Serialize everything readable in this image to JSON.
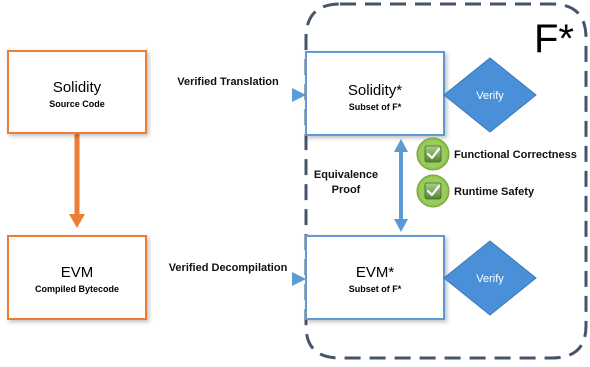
{
  "container": {
    "title": "F*"
  },
  "nodes": {
    "solidity": {
      "title": "Solidity",
      "subtitle": "Source Code"
    },
    "evm": {
      "title": "EVM",
      "subtitle": "Compiled Bytecode"
    },
    "solidity_star": {
      "title": "Solidity*",
      "subtitle": "Subset of F*"
    },
    "evm_star": {
      "title": "EVM*",
      "subtitle": "Subset of F*"
    }
  },
  "diamonds": {
    "verify_top": {
      "label": "Verify"
    },
    "verify_bottom": {
      "label": "Verify"
    }
  },
  "edges": {
    "translation": {
      "label": "Verified Translation"
    },
    "decompilation": {
      "label": "Verified Decompilation"
    },
    "equivalence": {
      "label_line1": "Equivalence",
      "label_line2": "Proof"
    }
  },
  "properties": [
    {
      "label": "Functional Correctness"
    },
    {
      "label": "Runtime Safety"
    }
  ],
  "colors": {
    "orange": "#ED7D31",
    "blue": "#5B9BD5",
    "dashed_border": "#44546A",
    "check_green": "#70AD47",
    "check_dark": "#548235"
  }
}
